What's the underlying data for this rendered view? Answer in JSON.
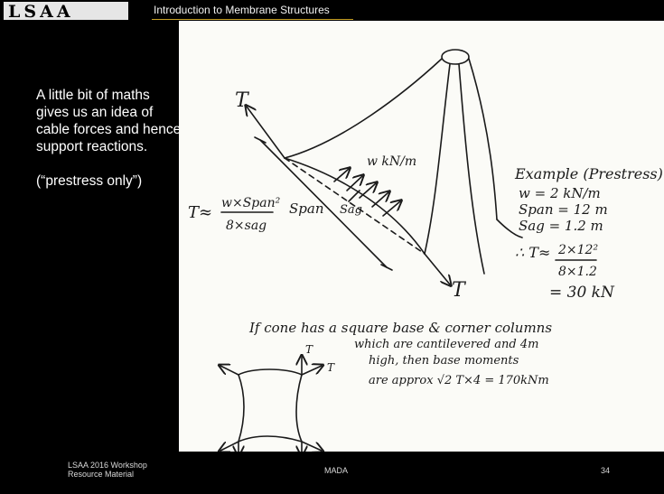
{
  "header": {
    "logo_text": "LSAA",
    "title": "Introduction to Membrane Structures"
  },
  "body": {
    "paragraph1": "A little bit of maths gives us an idea of cable forces and hence support reactions.",
    "paragraph2": "(“prestress only”)"
  },
  "sketch": {
    "label_T_top": "T",
    "label_T_bottom": "T",
    "label_load": "w kN/m",
    "label_span": "Span",
    "label_sag": "Sag",
    "formula_lhs": "T≈",
    "formula_num": "w×Span²",
    "formula_den": "8×sag",
    "example_title": "Example (Prestress)",
    "example_w": "w = 2 kN/m",
    "example_span": "Span = 12 m",
    "example_sag": "Sag = 1.2 m",
    "example_calc_lhs": "∴ T≈",
    "example_calc_num": "2×12²",
    "example_calc_den": "8×1.2",
    "example_result": "= 30 kN",
    "note_line1": "If cone has a square base & corner columns",
    "note_line2": "which are cantilevered and 4m",
    "note_line3": "high, then base moments",
    "note_line4": "are approx  √2 T×4 = 170kNm",
    "square_label_T_top": "T",
    "square_label_T_right": "T"
  },
  "footer": {
    "left_line1": "LSAA 2016 Workshop",
    "left_line2": "Resource Material",
    "center": "MADA",
    "page": "34"
  }
}
